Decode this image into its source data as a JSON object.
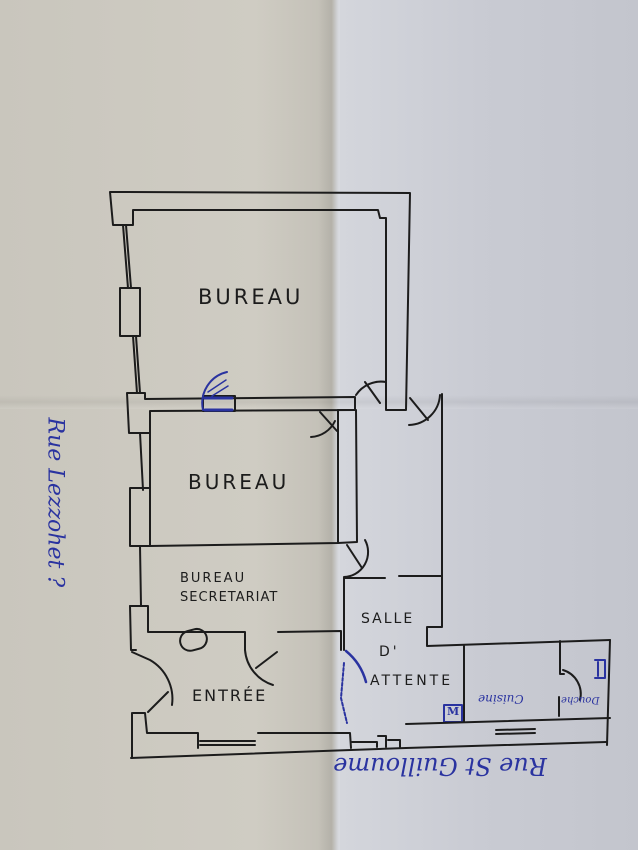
{
  "document": {
    "type": "hand-drawn floor plan",
    "ink_color": "#1c1c1c",
    "annotation_color": "#2a33a0",
    "paper_color": "#cdcac2"
  },
  "rooms": [
    {
      "id": "bureau-1",
      "label": "BUREAU"
    },
    {
      "id": "bureau-2",
      "label": "BUREAU"
    },
    {
      "id": "bureau-secretariat",
      "label_line1": "BUREAU",
      "label_line2": "SECRETARIAT"
    },
    {
      "id": "salle-attente",
      "label_line1": "SALLE",
      "label_line2": "D'",
      "label_line3": "ATTENTE"
    },
    {
      "id": "entree",
      "label": "ENTRÉE"
    },
    {
      "id": "cuisine",
      "label": "Cuisine"
    },
    {
      "id": "douche",
      "label": "Douche"
    },
    {
      "id": "wc",
      "label": "M"
    }
  ],
  "streets": {
    "left": "Rue Lezzohet ?",
    "bottom": "Rue St Guilloume"
  }
}
